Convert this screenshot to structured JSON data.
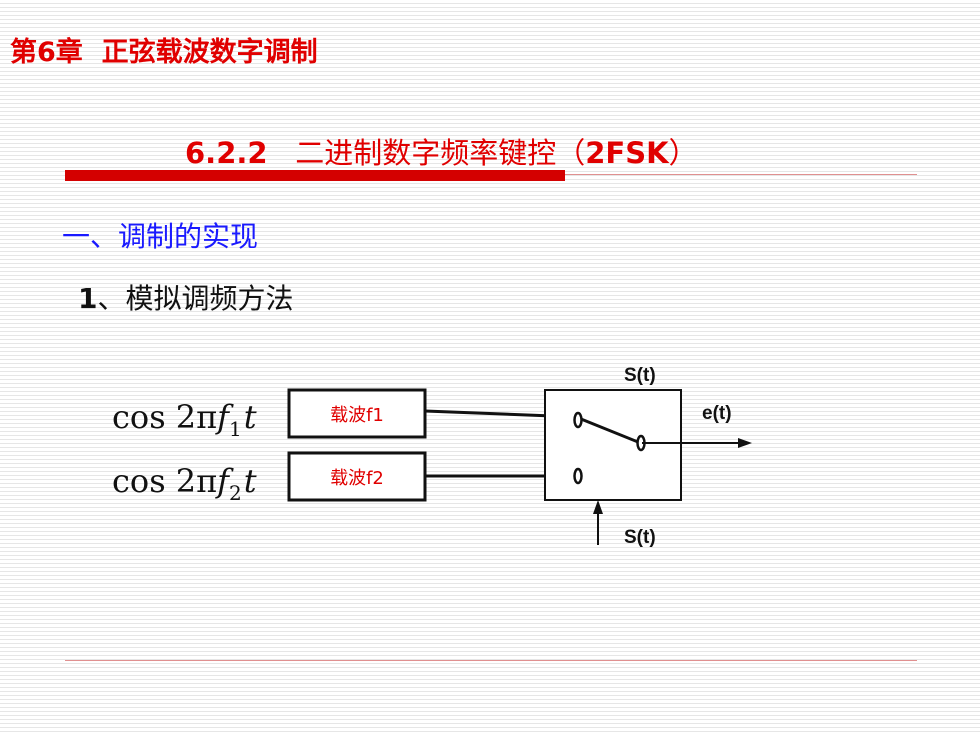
{
  "title": {
    "prefix": "第",
    "number": "6",
    "suffix": "章  正弦载波数字调制"
  },
  "section": {
    "number": "6.2.2",
    "text": "二进制数字频率键控（",
    "abbr": "2FSK",
    "close": "）"
  },
  "heading1": "一、调制的实现",
  "heading2": {
    "number": "1",
    "text": "、模拟调频方法"
  },
  "diagram": {
    "formula1": {
      "fn": "cos 2π",
      "var": "f",
      "sub": "1",
      "t": "t"
    },
    "formula2": {
      "fn": "cos 2π",
      "var": "f",
      "sub": "2",
      "t": "t"
    },
    "carrier1": {
      "cn": "载波",
      "en": "f1"
    },
    "carrier2": {
      "cn": "载波",
      "en": "f2"
    },
    "control_top": "S(t)",
    "control_bottom": "S(t)",
    "output": "e(t)"
  },
  "colors": {
    "title_red": "#e00000",
    "heading_blue": "#1a1aff",
    "bar_red": "#d40000"
  }
}
